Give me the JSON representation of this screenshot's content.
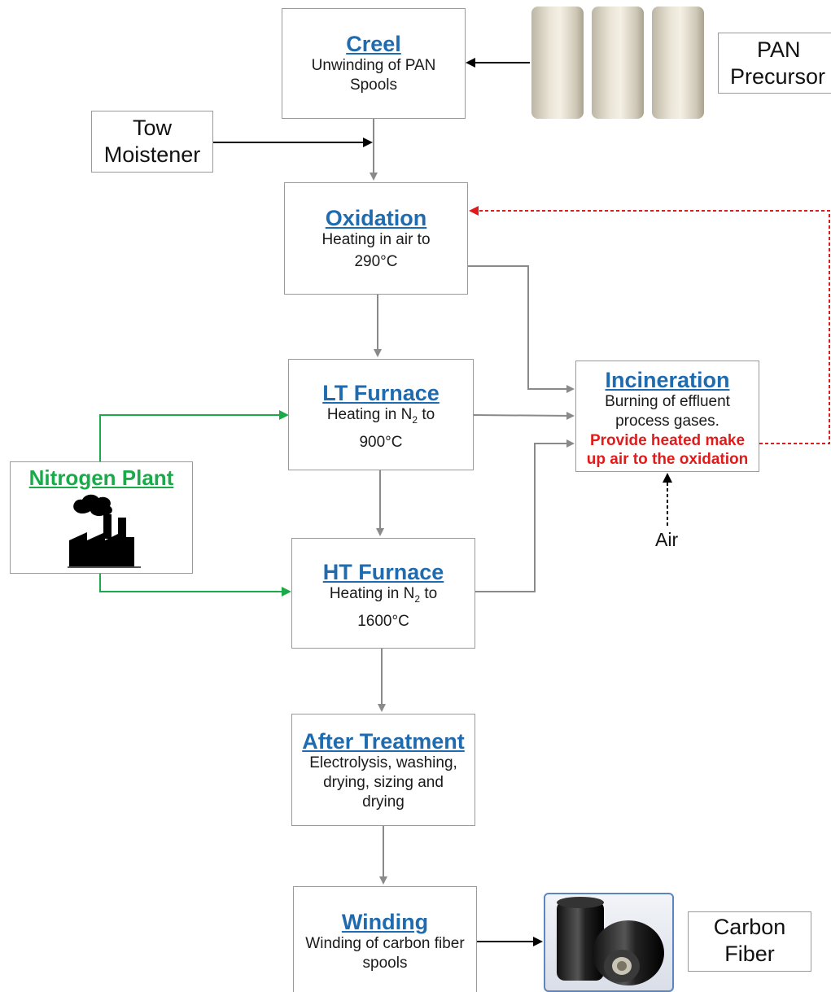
{
  "creel": {
    "title": "Creel",
    "desc1": "Unwinding of PAN",
    "desc2": "Spools"
  },
  "pan_precursor": {
    "line1": "PAN",
    "line2": "Precursor"
  },
  "tow_moistener": {
    "line1": "Tow",
    "line2": "Moistener"
  },
  "oxidation": {
    "title": "Oxidation",
    "desc1": "Heating in air to",
    "desc2": "290°C"
  },
  "lt_furnace": {
    "title": "LT Furnace",
    "desc1a": "Heating in N",
    "desc1sub": "2",
    "desc1b": " to",
    "desc2": "900°C"
  },
  "ht_furnace": {
    "title": "HT Furnace",
    "desc1a": "Heating in N",
    "desc1sub": "2",
    "desc1b": "  to",
    "desc2": "1600°C"
  },
  "incineration": {
    "title": "Incineration",
    "desc1": "Burning of effluent",
    "desc2": "process gases.",
    "red1": "Provide heated make",
    "red2": "up air to the oxidation"
  },
  "air_label": "Air",
  "nitrogen_plant": {
    "title": "Nitrogen Plant"
  },
  "after_treatment": {
    "title": "After Treatment",
    "desc1": "Electrolysis, washing,",
    "desc2": "drying, sizing and",
    "desc3": "drying"
  },
  "winding": {
    "title": "Winding",
    "desc1": "Winding of carbon fiber",
    "desc2": "spools"
  },
  "carbon_fiber": {
    "line1": "Carbon",
    "line2": "Fiber"
  },
  "colors": {
    "title_blue": "#1f6bb0",
    "green": "#1aaa4a",
    "red": "#e01b1b",
    "gray_line": "#8a8a8a"
  }
}
